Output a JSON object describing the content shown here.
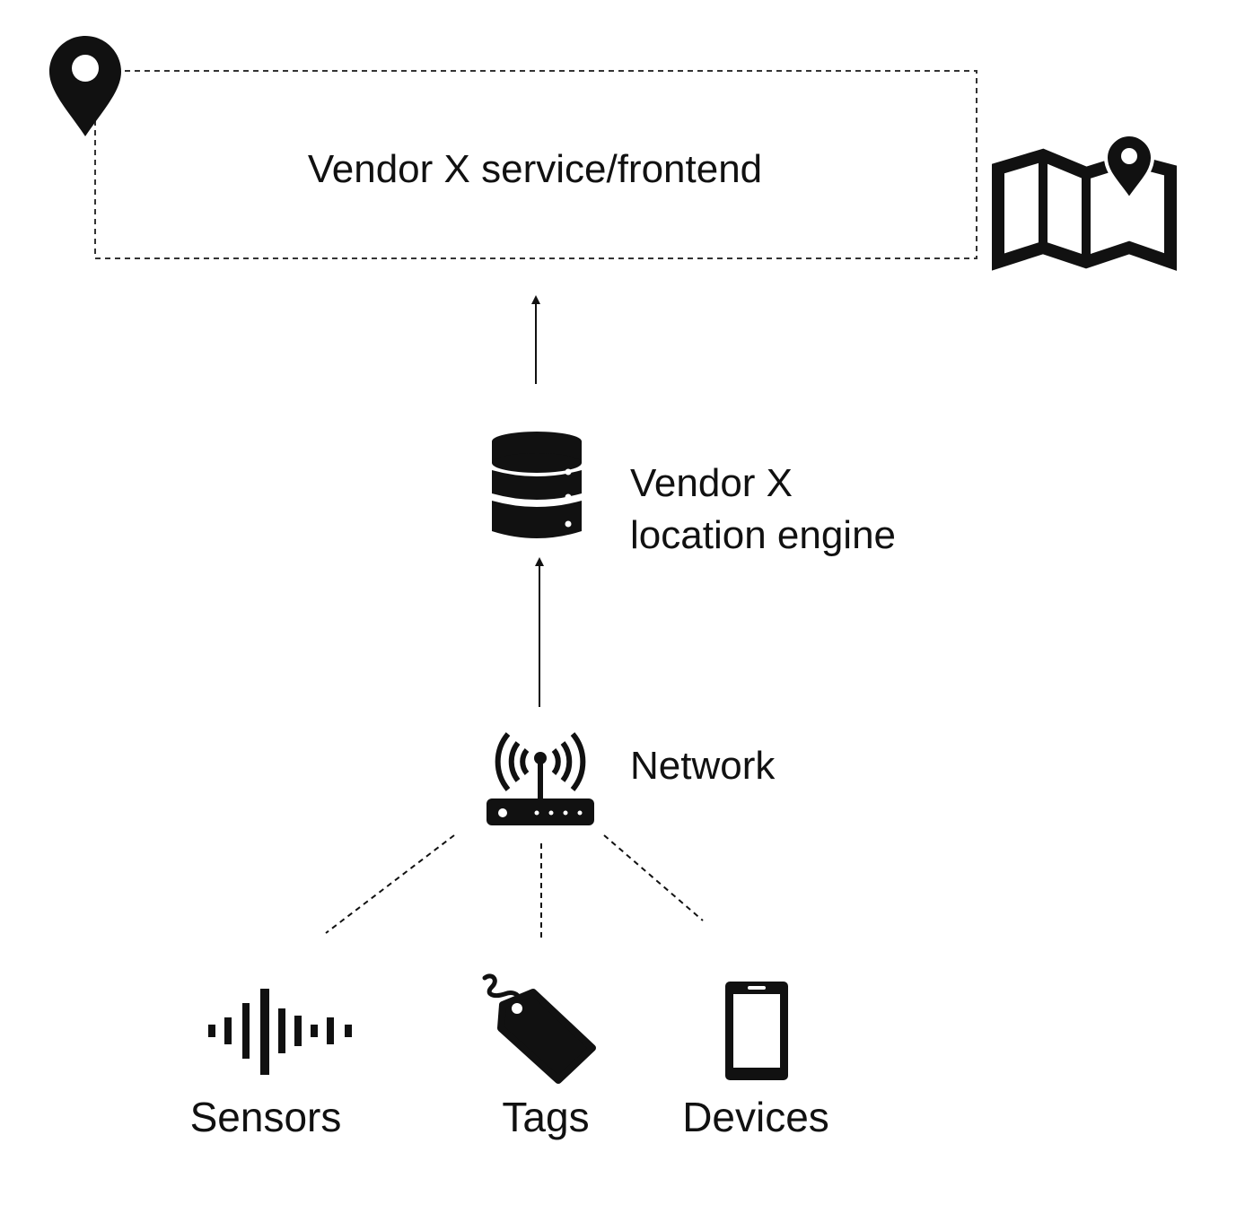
{
  "frontend": {
    "label": "Vendor X service/frontend"
  },
  "engine": {
    "line1": "Vendor X",
    "line2": "location engine"
  },
  "network": {
    "label": "Network"
  },
  "endpoints": [
    {
      "label": "Sensors",
      "icon": "sound-wave-icon"
    },
    {
      "label": "Tags",
      "icon": "tag-icon"
    },
    {
      "label": "Devices",
      "icon": "smartphone-icon"
    }
  ],
  "icons": {
    "frontend_marker": "location-pin-icon",
    "map": "map-icon",
    "engine": "database-icon",
    "network": "wifi-router-icon"
  },
  "colors": {
    "ink": "#111111",
    "background": "#ffffff"
  }
}
